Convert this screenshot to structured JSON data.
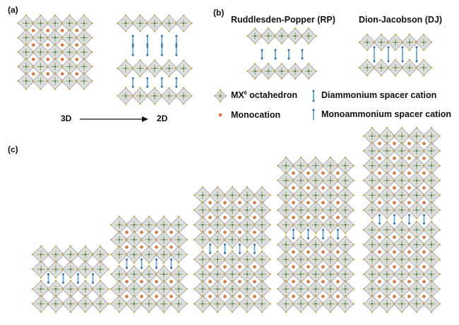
{
  "panels": {
    "a": "(a)",
    "b": "(b)",
    "c": "(c)"
  },
  "panel_a": {
    "from_label": "3D",
    "to_label": "2D"
  },
  "panel_b": {
    "rp_title": "Ruddlesden-Popper (RP)",
    "dj_title": "Dion-Jacobson (DJ)"
  },
  "legend": {
    "octahedron_pre": "MX",
    "octahedron_sup": "6",
    "octahedron_post": " octahedron",
    "monocation": "Monocation",
    "diammonium": "Diammonium spacer cation",
    "monoammonium": "Monoammonium spacer cation"
  },
  "colors": {
    "octahedron_fill": "#d2d2d2",
    "octahedron_edge": "#8a8a8a",
    "bond": "#7fae5c",
    "x_site": "#c8a032",
    "monocation": "#e07a3c",
    "spacer": "#5ea3d8",
    "arrow": "#111111"
  }
}
